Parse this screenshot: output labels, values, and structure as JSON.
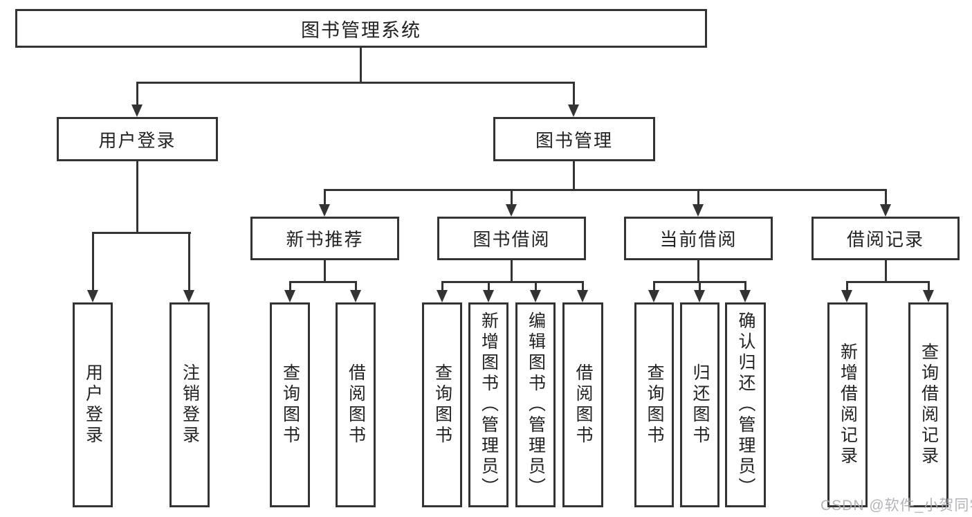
{
  "diagram": {
    "root": {
      "label": "图书管理系统"
    },
    "level2": [
      {
        "label": "用户登录",
        "parent": "图书管理系统"
      },
      {
        "label": "图书管理",
        "parent": "图书管理系统"
      }
    ],
    "level3": [
      {
        "label": "新书推荐",
        "parent": "图书管理"
      },
      {
        "label": "图书借阅",
        "parent": "图书管理"
      },
      {
        "label": "当前借阅",
        "parent": "图书管理"
      },
      {
        "label": "借阅记录",
        "parent": "图书管理"
      }
    ],
    "leaves": [
      {
        "label": "用户登录",
        "parent": "用户登录"
      },
      {
        "label": "注销登录",
        "parent": "用户登录"
      },
      {
        "label": "查询图书",
        "parent": "新书推荐"
      },
      {
        "label": "借阅图书",
        "parent": "新书推荐"
      },
      {
        "label": "查询图书",
        "parent": "图书借阅"
      },
      {
        "label": "新增图书（管理员）",
        "parent": "图书借阅"
      },
      {
        "label": "编辑图书（管理员）",
        "parent": "图书借阅"
      },
      {
        "label": "借阅图书",
        "parent": "图书借阅"
      },
      {
        "label": "查询图书",
        "parent": "当前借阅"
      },
      {
        "label": "归还图书",
        "parent": "当前借阅"
      },
      {
        "label": "确认归还（管理员）",
        "parent": "当前借阅"
      },
      {
        "label": "新增借阅记录",
        "parent": "借阅记录"
      },
      {
        "label": "查询借阅记录",
        "parent": "借阅记录"
      }
    ]
  },
  "watermark": {
    "text": "CSDN @软件_小贺同学"
  },
  "colors": {
    "line": "#333333",
    "box_border": "#333333",
    "box_fill": "#ffffff",
    "label_text": "#222222",
    "watermark_text": "#aaacb0",
    "background": "#ffffff"
  }
}
